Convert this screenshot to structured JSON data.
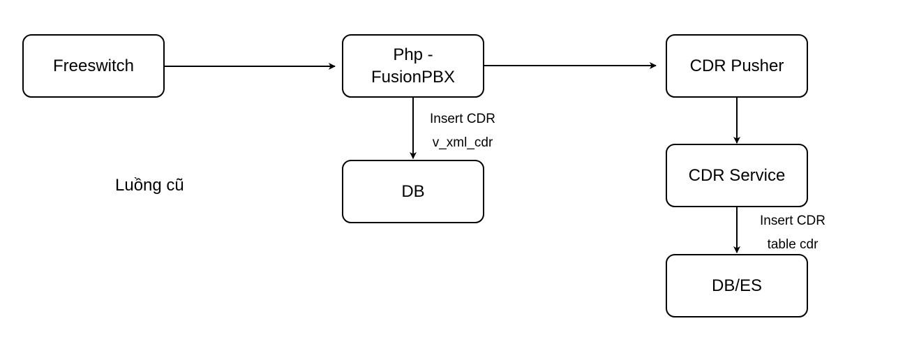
{
  "nodes": {
    "freeswitch": {
      "label": "Freeswitch"
    },
    "php_fusionpbx": {
      "label_line1": "Php -",
      "label_line2": "FusionPBX"
    },
    "db": {
      "label": "DB"
    },
    "cdr_pusher": {
      "label": "CDR Pusher"
    },
    "cdr_service": {
      "label": "CDR Service"
    },
    "db_es": {
      "label": "DB/ES"
    }
  },
  "edges": {
    "php_to_db": {
      "line1": "Insert CDR",
      "line2": "v_xml_cdr"
    },
    "service_to_dbes": {
      "line1": "Insert CDR",
      "line2": "table cdr"
    }
  },
  "note": "Luồng cũ",
  "colors": {
    "stroke": "#000000",
    "background": "#ffffff",
    "text": "#000000"
  }
}
